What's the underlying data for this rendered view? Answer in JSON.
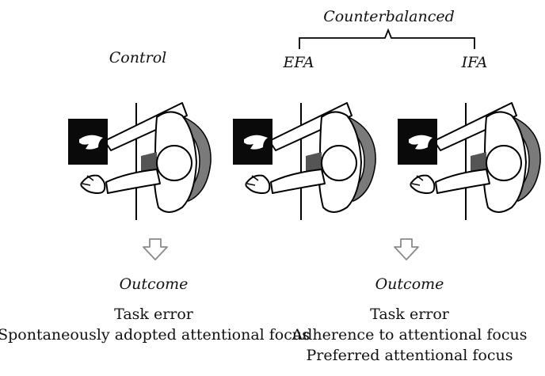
{
  "labels": {
    "control": "Control",
    "efa": "EFA",
    "ifa": "IFA",
    "counterbalanced": "Counterbalanced"
  },
  "outcomes": {
    "left": {
      "heading": "Outcome",
      "lines": [
        "Task error",
        "Spontaneously adopted attentional focus"
      ]
    },
    "right": {
      "heading": "Outcome",
      "lines": [
        "Task error",
        "Adherence to attentional focus",
        "Preferred attentional focus"
      ]
    }
  },
  "colors": {
    "line": "#000000",
    "screen": "#0a0a0a",
    "arm_fill": "#ffffff",
    "chair": "#7a7a7a",
    "dark_shadow": "#555555",
    "arrow": "#8a8a8a"
  },
  "icons": [
    "monitor-icon",
    "participant-figure",
    "down-arrow-icon",
    "brace-icon"
  ]
}
